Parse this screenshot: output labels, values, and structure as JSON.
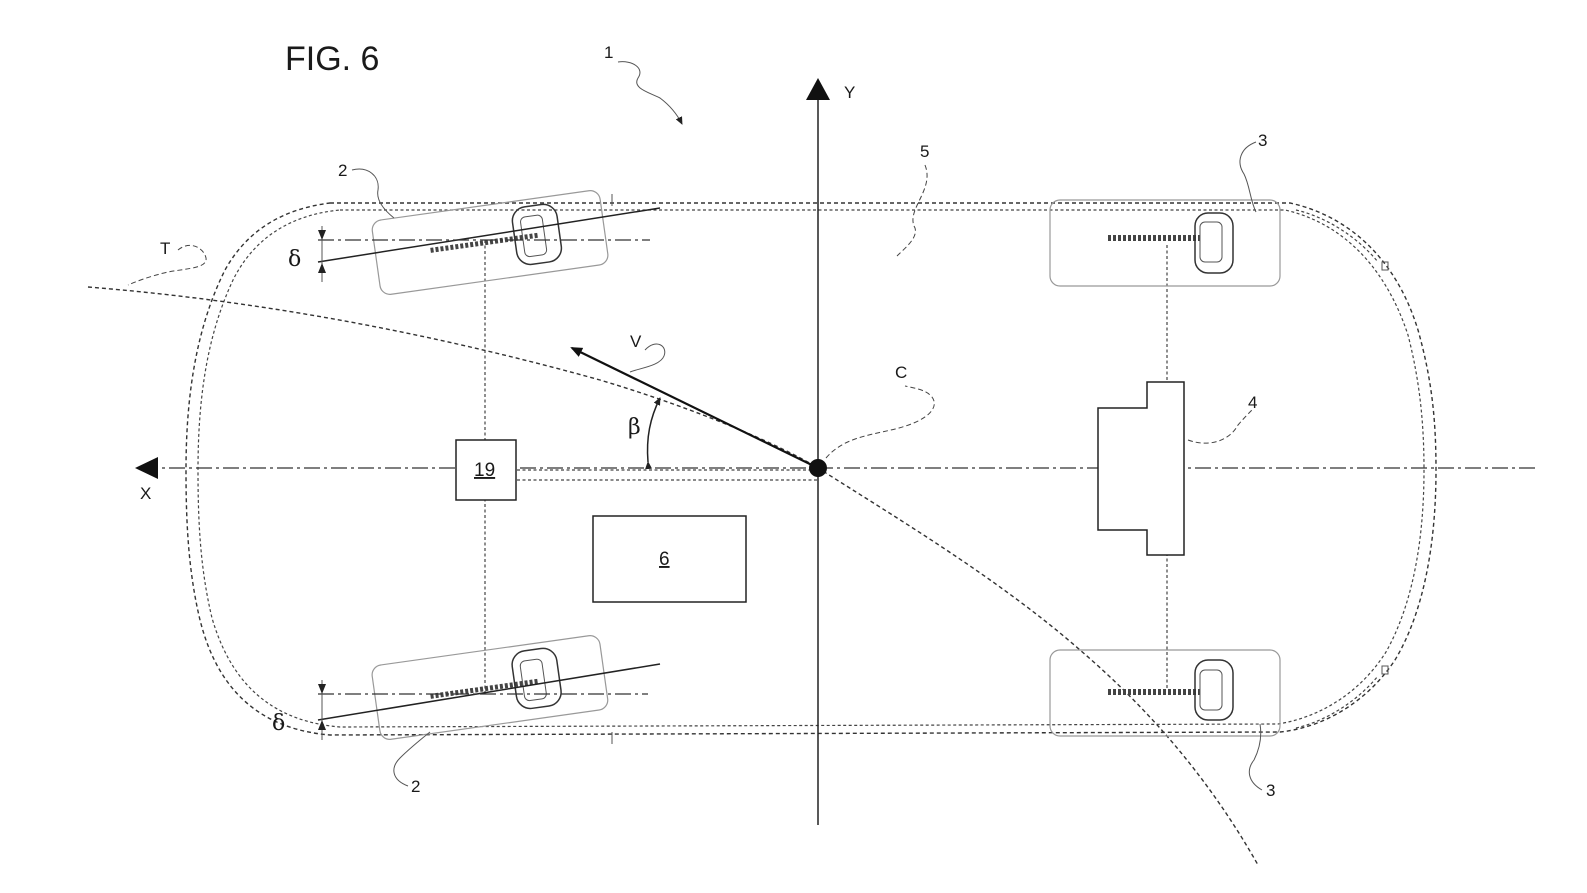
{
  "figure": {
    "title": "FIG. 6",
    "axes": {
      "x_label": "X",
      "y_label": "Y"
    },
    "reference_numerals": {
      "vehicle": "1",
      "front_wheels": "2",
      "rear_wheels": "3",
      "powertrain": "4",
      "body": "5",
      "block": "6",
      "control_unit": "19",
      "trajectory": "T",
      "velocity": "V",
      "center_of_gravity": "C"
    },
    "angles": {
      "steering_angle": "δ",
      "sideslip_angle": "β"
    }
  }
}
